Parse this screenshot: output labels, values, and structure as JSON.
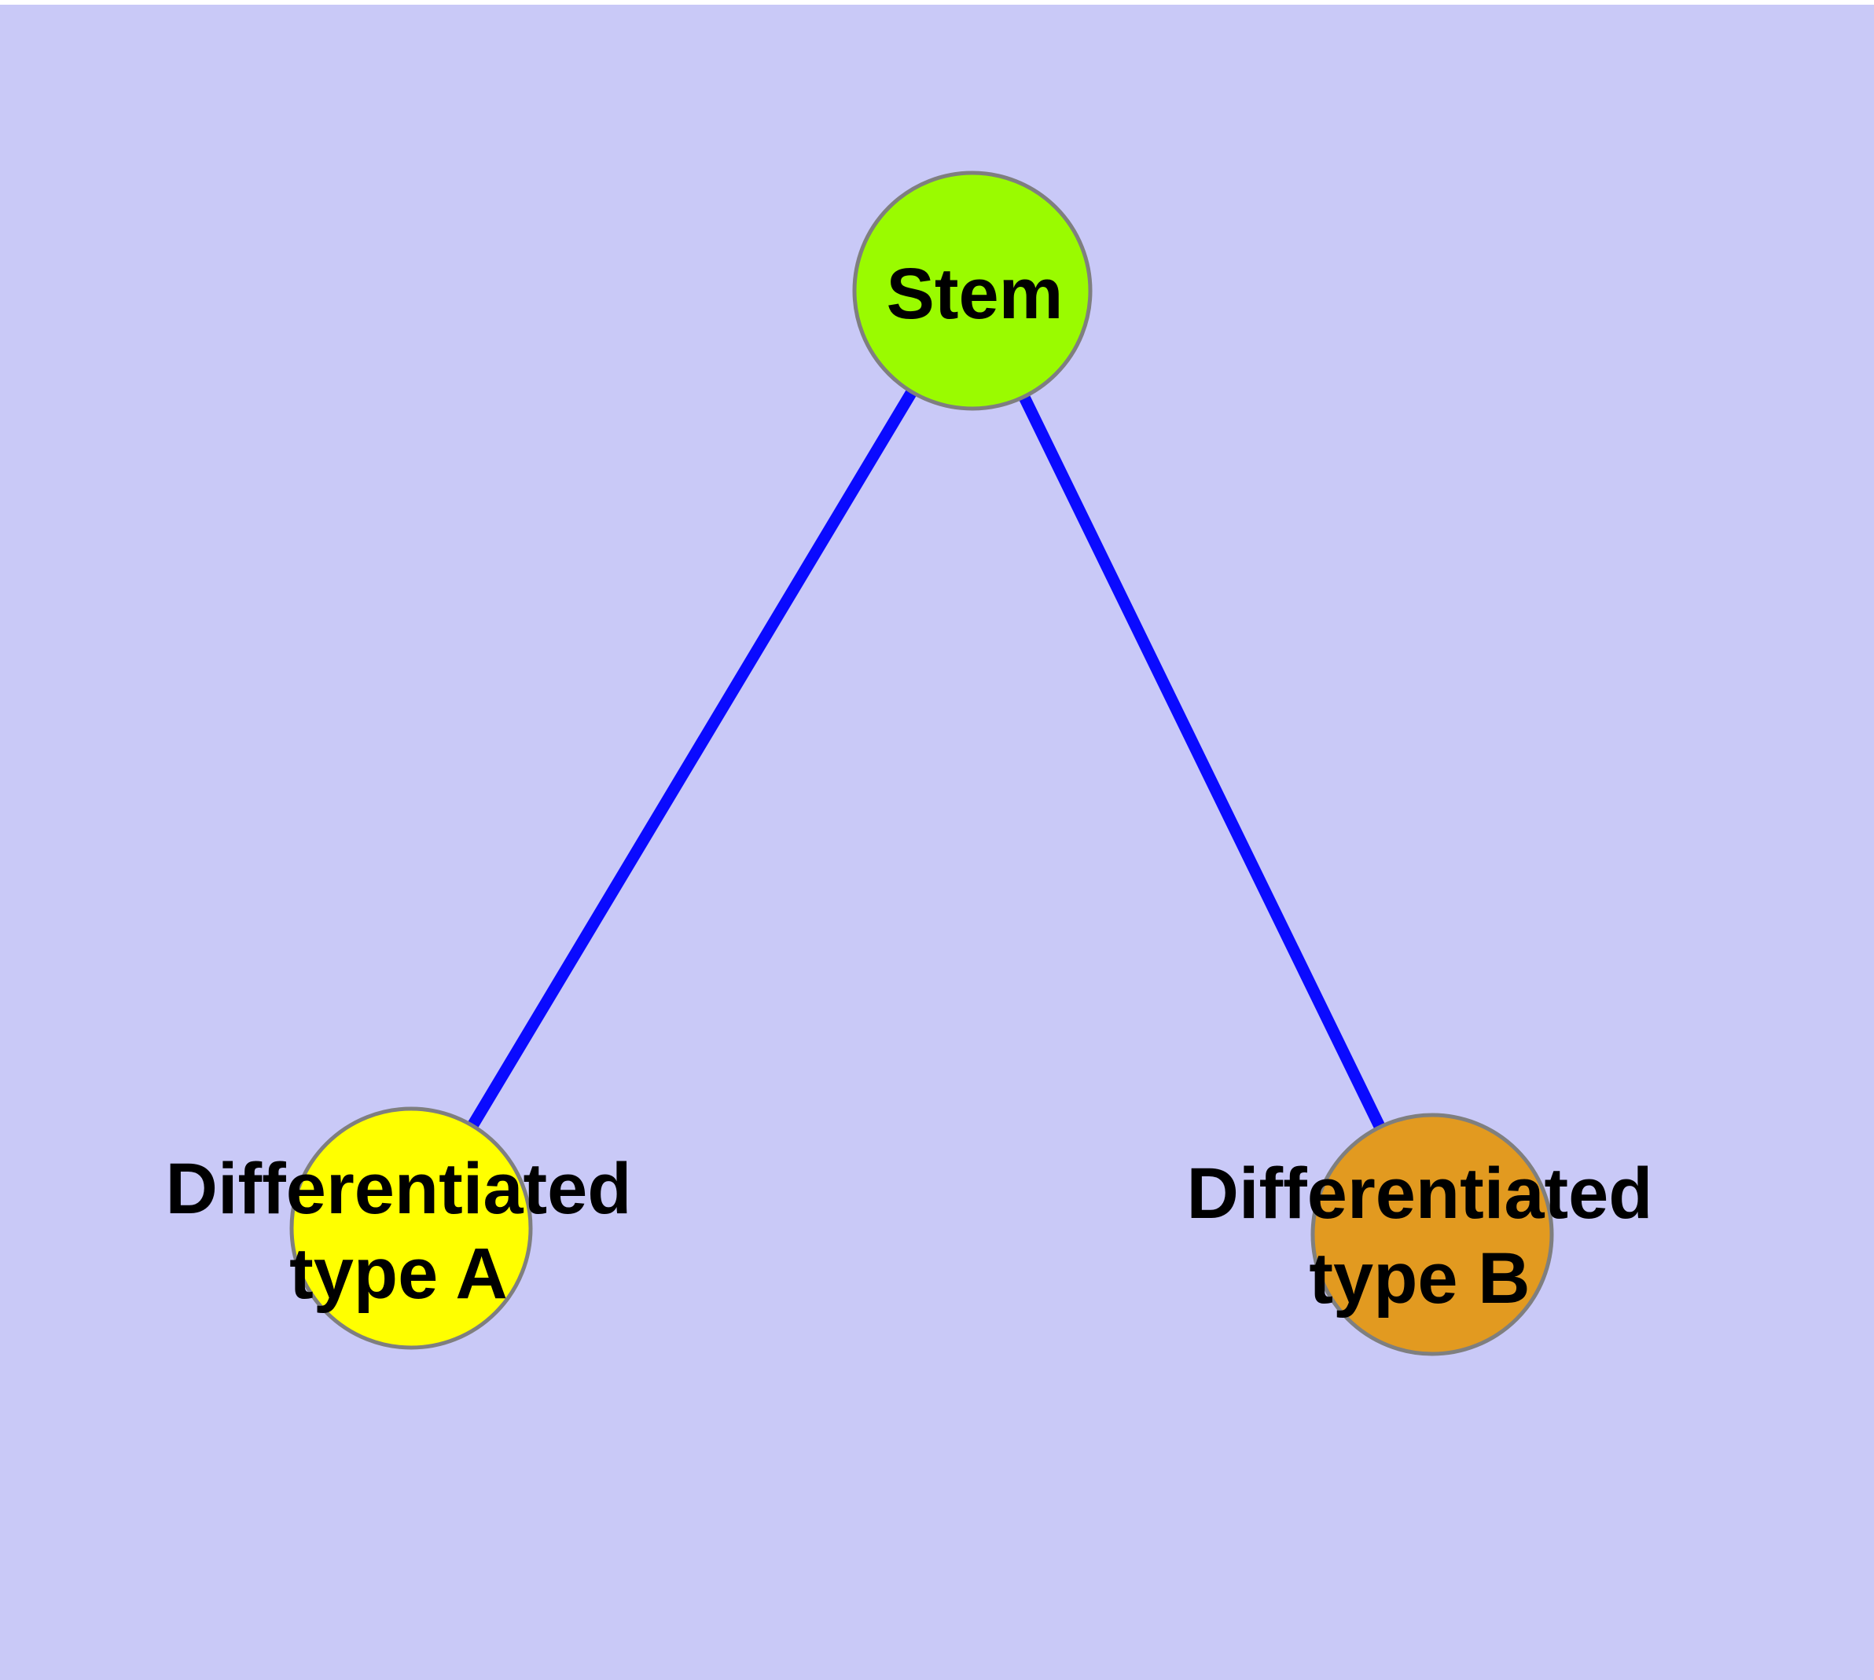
{
  "diagram": {
    "type": "graph",
    "title": "",
    "colors": {
      "background": "#c9c9f7",
      "edge": "#0a0aff",
      "node_border": "#7f7f7f"
    },
    "nodes": [
      {
        "id": "stem",
        "label": "Stem",
        "fill": "#9afb00"
      },
      {
        "id": "type-a",
        "label_line1": "Differentiated",
        "label_line2": "type A",
        "fill": "#ffff00"
      },
      {
        "id": "type-b",
        "label_line1": "Differentiated",
        "label_line2": "type B",
        "fill": "#e29a20"
      }
    ],
    "edges": [
      {
        "from": "stem",
        "to": "type-a"
      },
      {
        "from": "stem",
        "to": "type-b"
      }
    ]
  }
}
